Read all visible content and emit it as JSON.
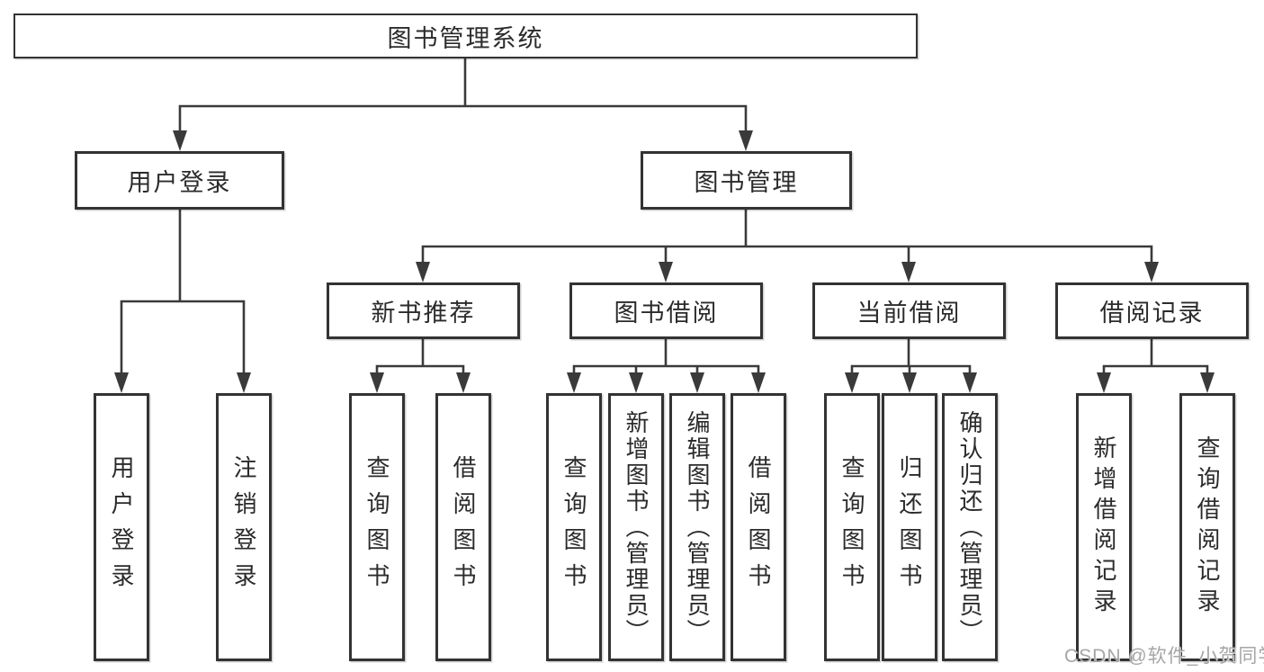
{
  "diagram": {
    "root": {
      "label": "图书管理系统"
    },
    "level2": [
      {
        "label": "用户登录",
        "children": [
          {
            "label": "用户登录"
          },
          {
            "label": "注销登录"
          }
        ]
      },
      {
        "label": "图书管理",
        "children": [
          {
            "label": "新书推荐",
            "children": [
              {
                "label": "查询图书"
              },
              {
                "label": "借阅图书"
              }
            ]
          },
          {
            "label": "图书借阅",
            "children": [
              {
                "label": "查询图书"
              },
              {
                "label": "新增图书（管理员）"
              },
              {
                "label": "编辑图书（管理员）"
              },
              {
                "label": "借阅图书"
              }
            ]
          },
          {
            "label": "当前借阅",
            "children": [
              {
                "label": "查询图书"
              },
              {
                "label": "归还图书"
              },
              {
                "label": "确认归还（管理员）"
              }
            ]
          },
          {
            "label": "借阅记录",
            "children": [
              {
                "label": "新增借阅记录"
              },
              {
                "label": "查询借阅记录"
              }
            ]
          }
        ]
      }
    ]
  },
  "watermark": {
    "text": "CSDN @软件_小贺同学"
  },
  "colors": {
    "line": "#3a3a3a",
    "box_border": "#333333",
    "box_fill": "#ffffff",
    "text": "#2b2b2b",
    "watermark": "#a6a6a6",
    "background": "#ffffff"
  }
}
